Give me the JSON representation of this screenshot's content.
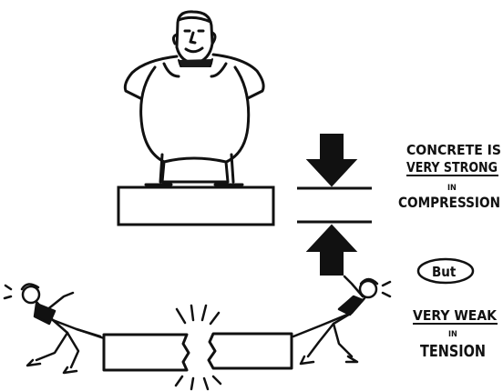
{
  "labels": {
    "concrete_line1": "CONCRETE IS",
    "concrete_line2": "VERY STRONG",
    "concrete_line3": "IN",
    "concrete_line4": "COMPRESSION",
    "but": "But",
    "weak_line1": "VERY WEAK",
    "weak_line2": "IN",
    "weak_line3": "TENSION"
  },
  "colors": {
    "ink": "#111111",
    "paper": "#ffffff"
  },
  "icons": {
    "compression_arrow_down": "arrow-down",
    "compression_arrow_up": "arrow-up"
  }
}
